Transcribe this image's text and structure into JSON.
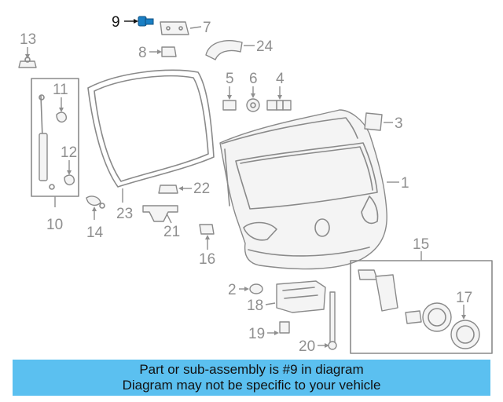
{
  "callouts": [
    {
      "id": "c1",
      "label": "1"
    },
    {
      "id": "c2",
      "label": "2"
    },
    {
      "id": "c3",
      "label": "3"
    },
    {
      "id": "c4",
      "label": "4"
    },
    {
      "id": "c5",
      "label": "5"
    },
    {
      "id": "c6",
      "label": "6"
    },
    {
      "id": "c7",
      "label": "7"
    },
    {
      "id": "c8",
      "label": "8"
    },
    {
      "id": "c9",
      "label": "9"
    },
    {
      "id": "c10",
      "label": "10"
    },
    {
      "id": "c11",
      "label": "11"
    },
    {
      "id": "c12",
      "label": "12"
    },
    {
      "id": "c13",
      "label": "13"
    },
    {
      "id": "c14",
      "label": "14"
    },
    {
      "id": "c15",
      "label": "15"
    },
    {
      "id": "c16",
      "label": "16"
    },
    {
      "id": "c17",
      "label": "17"
    },
    {
      "id": "c18",
      "label": "18"
    },
    {
      "id": "c19",
      "label": "19"
    },
    {
      "id": "c20",
      "label": "20"
    },
    {
      "id": "c21",
      "label": "21"
    },
    {
      "id": "c22",
      "label": "22"
    },
    {
      "id": "c23",
      "label": "23"
    },
    {
      "id": "c24",
      "label": "24"
    }
  ],
  "highlight": {
    "label": "9",
    "color": "#1a7fc4"
  },
  "banner": {
    "line1": "Part or sub-assembly is #9 in diagram",
    "line2": "Diagram may not be specific to your vehicle",
    "color": "#5bc0f0"
  }
}
